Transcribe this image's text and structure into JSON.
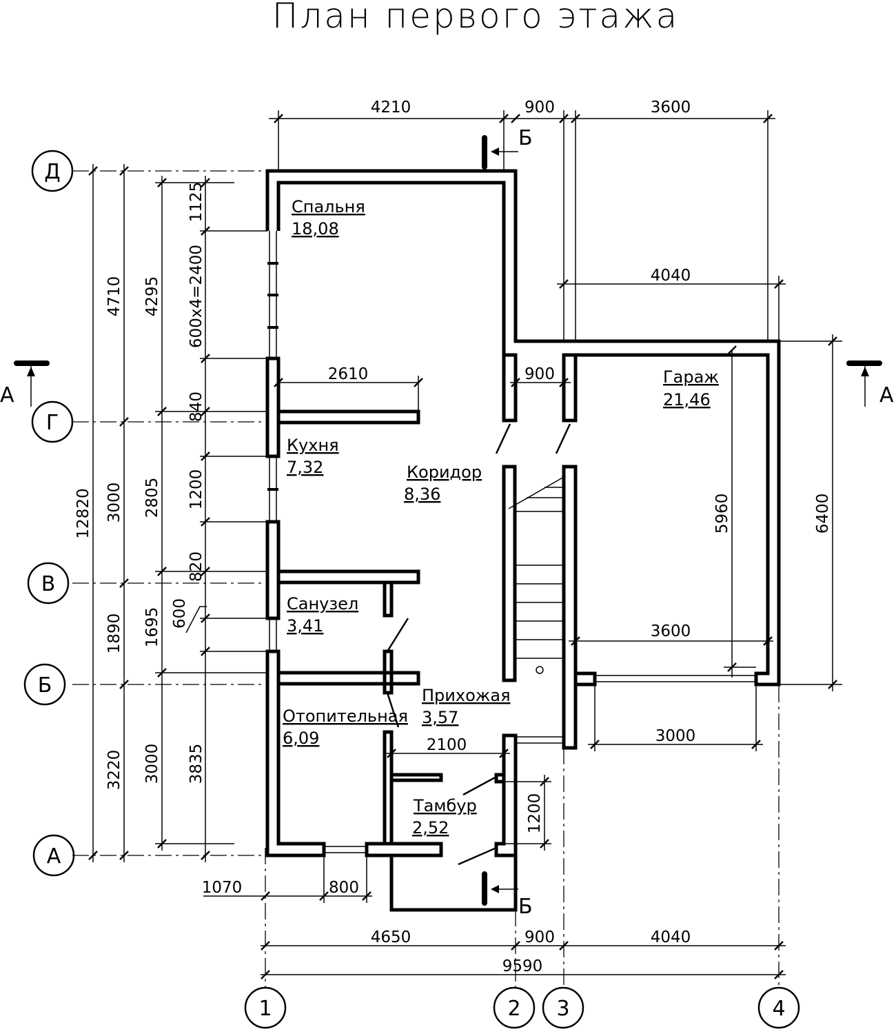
{
  "title": "План первого этажа",
  "rooms": {
    "bedroom": {
      "name": "Спальня",
      "area": "18,08"
    },
    "kitchen": {
      "name": "Кухня",
      "area": "7,32"
    },
    "corridor": {
      "name": "Коридор",
      "area": "8,36"
    },
    "bathroom": {
      "name": "Санузел",
      "area": "3,41"
    },
    "boiler": {
      "name": "Отопительная",
      "area": "6,09"
    },
    "hall": {
      "name": "Прихожая",
      "area": "3,57"
    },
    "vestibule": {
      "name": "Тамбур",
      "area": "2,52"
    },
    "garage": {
      "name": "Гараж",
      "area": "21,46"
    }
  },
  "axes": {
    "rows": [
      "Д",
      "Г",
      "В",
      "Б",
      "А"
    ],
    "cols": [
      "1",
      "2",
      "3",
      "4"
    ]
  },
  "sections": {
    "a": "А",
    "b": "Б"
  },
  "dimensions": {
    "top_4210": "4210",
    "top_900": "900",
    "top_3600": "3600",
    "garage_4040": "4040",
    "kitchen_2610": "2610",
    "door_900": "900",
    "garage_3600": "3600",
    "gate_3000": "3000",
    "vest_2100": "2100",
    "vest_1200": "1200",
    "bottom_1070": "1070",
    "bottom_800": "800",
    "bottom_4650": "4650",
    "bottom_900": "900",
    "bottom_4040": "4040",
    "bottom_9590": "9590",
    "left_12820": "12820",
    "left_4710": "4710",
    "left_3000a": "3000",
    "left_1890": "1890",
    "left_3220": "3220",
    "left_4295": "4295",
    "left_2805": "2805",
    "left_1695": "1695",
    "left_3000b": "3000",
    "win_1125": "1125",
    "win_600x4": "600х4=2400",
    "win_840": "840",
    "win_1200": "1200",
    "win_820": "820",
    "win_600": "600",
    "win_3835": "3835",
    "garage_5960": "5960",
    "garage_6400": "6400"
  }
}
